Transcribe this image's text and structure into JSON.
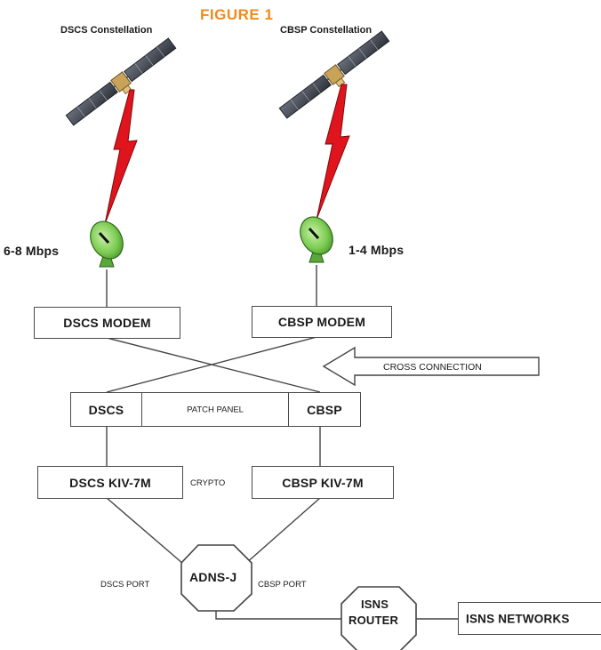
{
  "figure": {
    "title": "FIGURE 1",
    "constellations": {
      "dscs": "DSCS Constellation",
      "cbsp": "CBSP Constellation"
    },
    "rates": {
      "dscs": "6-8 Mbps",
      "cbsp": "1-4 Mbps"
    },
    "modems": {
      "dscs": "DSCS MODEM",
      "cbsp": "CBSP MODEM"
    },
    "cross_connection": "CROSS CONNECTION",
    "patch_panel": {
      "left": "DSCS",
      "center": "PATCH PANEL",
      "right": "CBSP"
    },
    "crypto": {
      "dscs": "DSCS KIV-7M",
      "label": "CRYPTO",
      "cbsp": "CBSP KIV-7M"
    },
    "ports": {
      "dscs": "DSCS PORT",
      "cbsp": "CBSP PORT"
    },
    "adns": "ADNS-J",
    "isns_router": {
      "line1": "ISNS",
      "line2": "ROUTER"
    },
    "isns_networks": "ISNS NETWORKS",
    "colors": {
      "title": "#f08a1c",
      "lightning": "#e0141c",
      "dish": "#6dc04a",
      "solar_panel": "#4a4f5a",
      "satellite_body": "#c9a35a",
      "lines": "#444444"
    }
  }
}
